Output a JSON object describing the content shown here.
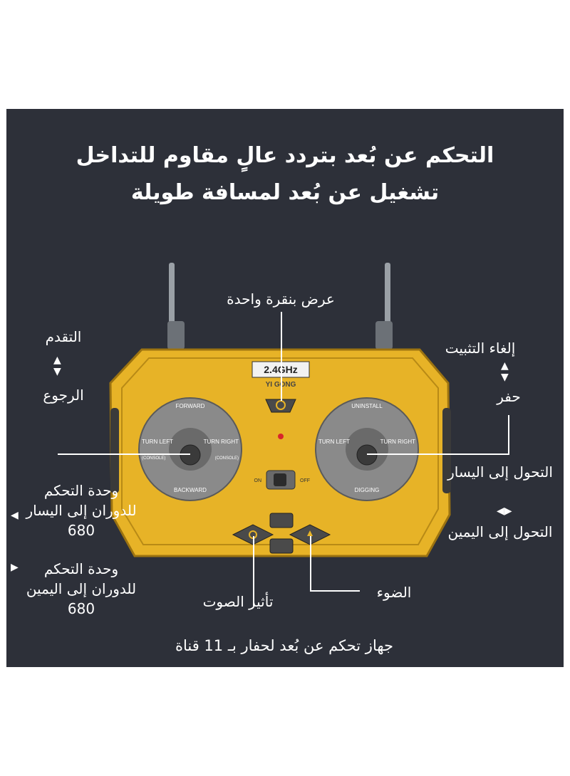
{
  "headline": {
    "line1": "التحكم عن بُعد بتردد عالٍ مقاوم للتداخل",
    "line2": "تشغيل عن بُعد لمسافة طويلة"
  },
  "callouts": {
    "one_key_start": "عرض بنقرة واحدة",
    "forward": "التقدم",
    "backward": "الرجوع",
    "uninstall": "إلغاء التثبيت",
    "digging": "حفر",
    "rotate_left": "وحدة التحكم للدوران إلى اليسار 680",
    "rotate_right": "وحدة التحكم للدوران إلى اليمين 680",
    "turn_left": "التحول إلى اليسار",
    "turn_right": "التحول إلى اليمين",
    "sound": "تأثير الصوت",
    "light": "الضوء"
  },
  "footer": "جهاز تحكم عن بُعد لحفار بـ 11 قناة",
  "controller": {
    "brand_freq": "2.4GHz",
    "brand_name": "YI GONG",
    "switch_on": "ON",
    "switch_off": "OFF",
    "left_stick": {
      "top": "FORWARD",
      "bottom": "BACKWARD",
      "left": "TURN LEFT",
      "left_sub": "(CONSOLE)",
      "right": "TURN RIGHT",
      "right_sub": "(CONSOLE)"
    },
    "right_stick": {
      "top": "UNINSTALL",
      "bottom": "DIGGING",
      "left": "TURN LEFT",
      "right": "TURN RIGHT"
    }
  },
  "colors": {
    "background": "#2d3039",
    "controller_body": "#e7b327",
    "joystick_panel": "#8a8a8a",
    "text": "#ffffff"
  }
}
